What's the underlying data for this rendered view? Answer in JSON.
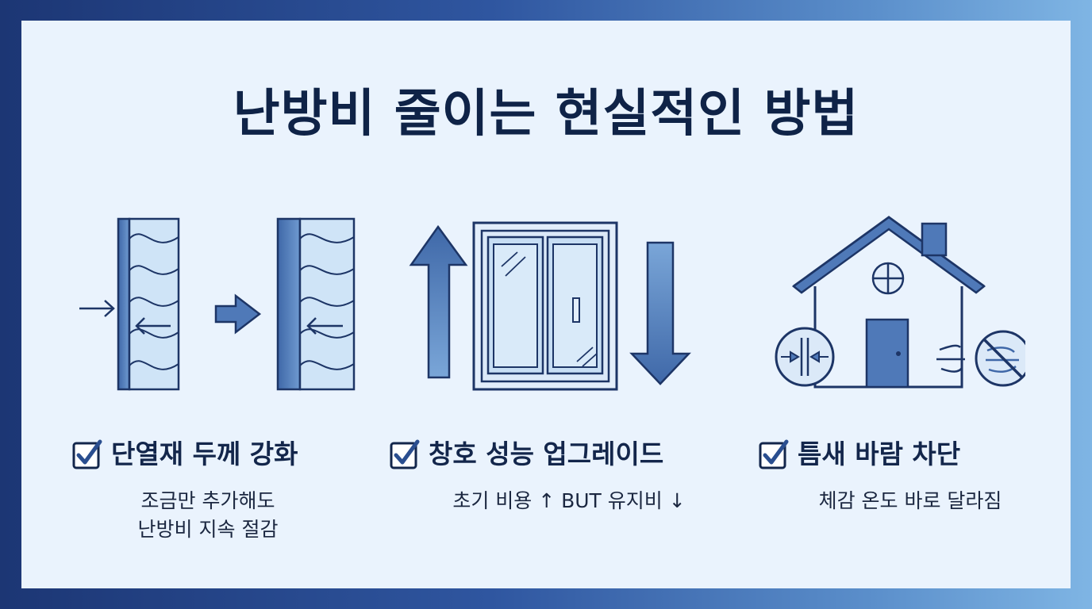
{
  "title": "난방비 줄이는 현실적인 방법",
  "colors": {
    "frame_dark": "#1c3674",
    "frame_light": "#7fb5e4",
    "panel_bg": "#eaf3fd",
    "ink": "#13264b",
    "accent_blue": "#3f68a8",
    "accent_light": "#c9e0f6"
  },
  "items": [
    {
      "icon": "insulation-wall-icon",
      "label": "단열재 두께 강화",
      "desc_lines": [
        "조금만 추가해도",
        "난방비 지속 절감"
      ]
    },
    {
      "icon": "window-upgrade-icon",
      "label": "창호 성능 업그레이드",
      "desc_lines": [
        "초기 비용 ↑ BUT 유지비 ↓"
      ]
    },
    {
      "icon": "house-draft-block-icon",
      "label": "틈새 바람 차단",
      "desc_lines": [
        "체감 온도 바로 달라짐"
      ]
    }
  ]
}
